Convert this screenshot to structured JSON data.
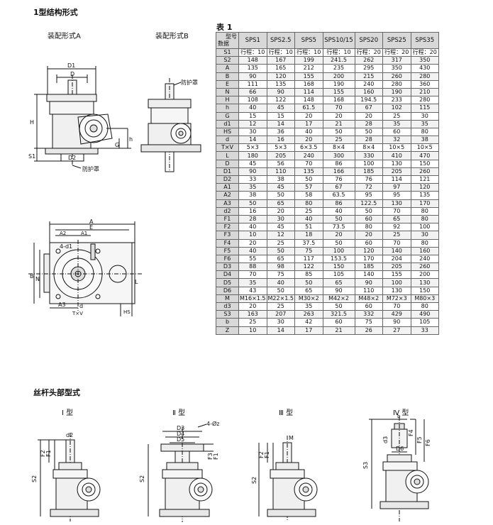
{
  "title": "1型结构形式",
  "assemblyA": "装配形式A",
  "assemblyB": "装配形式B",
  "tableLabel": "表 1",
  "tableCornerTop": "型号",
  "tableCornerBottom": "数据",
  "columns": [
    "SPS1",
    "SPS2.5",
    "SPS5",
    "SPS10/15",
    "SPS20",
    "SPS25",
    "SPS35"
  ],
  "rows": [
    {
      "k": "S1",
      "v": [
        "行程：10",
        "行程：10",
        "行程：10",
        "行程：10",
        "行程：20",
        "行程：20",
        "行程：20"
      ]
    },
    {
      "k": "S2",
      "v": [
        "148",
        "167",
        "199",
        "241.5",
        "262",
        "317",
        "350"
      ]
    },
    {
      "k": "A",
      "v": [
        "135",
        "165",
        "212",
        "235",
        "295",
        "350",
        "430"
      ]
    },
    {
      "k": "B",
      "v": [
        "90",
        "120",
        "155",
        "200",
        "215",
        "260",
        "280"
      ]
    },
    {
      "k": "E",
      "v": [
        "111",
        "135",
        "168",
        "190",
        "240",
        "280",
        "360"
      ]
    },
    {
      "k": "N",
      "v": [
        "66",
        "90",
        "114",
        "155",
        "160",
        "190",
        "210"
      ]
    },
    {
      "k": "H",
      "v": [
        "108",
        "122",
        "148",
        "168",
        "194.5",
        "233",
        "280"
      ]
    },
    {
      "k": "h",
      "v": [
        "40",
        "45",
        "61.5",
        "70",
        "67",
        "102",
        "115"
      ]
    },
    {
      "k": "G",
      "v": [
        "15",
        "15",
        "20",
        "20",
        "20",
        "25",
        "30"
      ]
    },
    {
      "k": "d1",
      "v": [
        "12",
        "14",
        "17",
        "21",
        "28",
        "35",
        "35"
      ]
    },
    {
      "k": "HS",
      "v": [
        "30",
        "36",
        "40",
        "50",
        "50",
        "60",
        "80"
      ]
    },
    {
      "k": "d",
      "v": [
        "14",
        "16",
        "20",
        "25",
        "28",
        "32",
        "38"
      ]
    },
    {
      "k": "T×V",
      "v": [
        "5×3",
        "5×3",
        "6×3.5",
        "8×4",
        "8×4",
        "10×5",
        "10×5"
      ]
    },
    {
      "k": "L",
      "v": [
        "180",
        "205",
        "240",
        "300",
        "330",
        "410",
        "470"
      ]
    },
    {
      "k": "D",
      "v": [
        "45",
        "56",
        "70",
        "86",
        "100",
        "130",
        "150"
      ]
    },
    {
      "k": "D1",
      "v": [
        "90",
        "110",
        "135",
        "166",
        "185",
        "205",
        "260"
      ]
    },
    {
      "k": "D2",
      "v": [
        "33",
        "38",
        "50",
        "76",
        "76",
        "114",
        "121"
      ]
    },
    {
      "k": "A1",
      "v": [
        "35",
        "45",
        "57",
        "67",
        "72",
        "97",
        "120"
      ]
    },
    {
      "k": "A2",
      "v": [
        "38",
        "50",
        "58",
        "63.5",
        "95",
        "95",
        "135"
      ]
    },
    {
      "k": "A3",
      "v": [
        "50",
        "65",
        "80",
        "86",
        "122.5",
        "130",
        "170"
      ]
    },
    {
      "k": "d2",
      "v": [
        "16",
        "20",
        "25",
        "40",
        "50",
        "70",
        "80"
      ]
    },
    {
      "k": "F1",
      "v": [
        "28",
        "30",
        "40",
        "50",
        "60",
        "65",
        "80"
      ]
    },
    {
      "k": "F2",
      "v": [
        "40",
        "45",
        "51",
        "73.5",
        "80",
        "92",
        "100"
      ]
    },
    {
      "k": "F3",
      "v": [
        "10",
        "12",
        "18",
        "20",
        "20",
        "25",
        "30"
      ]
    },
    {
      "k": "F4",
      "v": [
        "20",
        "25",
        "37.5",
        "50",
        "60",
        "70",
        "80"
      ]
    },
    {
      "k": "F5",
      "v": [
        "40",
        "50",
        "75",
        "100",
        "120",
        "140",
        "160"
      ]
    },
    {
      "k": "F6",
      "v": [
        "55",
        "65",
        "117",
        "153.5",
        "170",
        "204",
        "240"
      ]
    },
    {
      "k": "D3",
      "v": [
        "88",
        "98",
        "122",
        "150",
        "185",
        "205",
        "260"
      ]
    },
    {
      "k": "D4",
      "v": [
        "70",
        "75",
        "85",
        "105",
        "140",
        "155",
        "200"
      ]
    },
    {
      "k": "D5",
      "v": [
        "35",
        "40",
        "50",
        "65",
        "90",
        "100",
        "130"
      ]
    },
    {
      "k": "D6",
      "v": [
        "43",
        "50",
        "65",
        "90",
        "110",
        "130",
        "150"
      ]
    },
    {
      "k": "M",
      "v": [
        "M16×1.5",
        "M22×1.5",
        "M30×2",
        "M42×2",
        "M48×2",
        "M72×3",
        "M80×3"
      ]
    },
    {
      "k": "d3",
      "v": [
        "20",
        "25",
        "35",
        "50",
        "60",
        "70",
        "80"
      ]
    },
    {
      "k": "S3",
      "v": [
        "163",
        "207",
        "263",
        "321.5",
        "332",
        "429",
        "490"
      ]
    },
    {
      "k": "b",
      "v": [
        "25",
        "30",
        "42",
        "60",
        "75",
        "90",
        "105"
      ]
    },
    {
      "k": "Z",
      "v": [
        "10",
        "14",
        "17",
        "21",
        "26",
        "27",
        "33"
      ]
    }
  ],
  "drawA": {
    "D1": "D1",
    "D": "D",
    "H": "H",
    "S1": "S1",
    "D2": "D2",
    "G": "G",
    "h": "h",
    "guard": "防护罩"
  },
  "drawB": {
    "guard": "防护罩"
  },
  "drawPlan": {
    "A": "A",
    "E": "E",
    "A2": "A2",
    "A1": "A1",
    "d1": "4-d1",
    "B": "B",
    "N": "N",
    "L": "L",
    "A3": "A3",
    "d": "d",
    "TV": "T×V",
    "HS": "HS"
  },
  "screwTitle": "丝杆头部型式",
  "types": {
    "t1": "Ⅰ 型",
    "t2": "Ⅱ 型",
    "t3": "Ⅲ 型",
    "t4": "Ⅳ 型"
  },
  "t1": {
    "d2": "d2",
    "F1": "F1",
    "F2": "F2",
    "S2": "S2"
  },
  "t2": {
    "D3": "D3",
    "D4": "D4",
    "D5": "D5",
    "Z": "4-Øz",
    "F3": "F3",
    "F1": "F1",
    "S2": "S2"
  },
  "t3": {
    "M": "M",
    "F1": "F1",
    "F2": "F2",
    "S2": "S2"
  },
  "t4": {
    "b": "b",
    "d3": "d3",
    "D6": "D6",
    "F4": "F4",
    "F5": "F5",
    "F6": "F6",
    "S3": "S3"
  }
}
